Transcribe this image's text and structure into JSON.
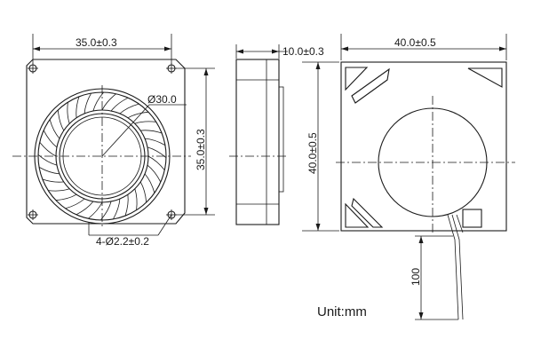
{
  "front_view": {
    "width_dim": "35.0±0.3",
    "height_dim": "35.0±0.3",
    "impeller_dia": "Ø30.0",
    "hole_dim": "4-Ø2.2±0.2"
  },
  "side_view": {
    "thickness_dim": "10.0±0.3"
  },
  "back_view": {
    "width_dim": "40.0±0.5",
    "height_dim": "40.0±0.5",
    "lead_length": "100"
  },
  "units_note": "Unit:mm",
  "colors": {
    "line": "#1a1a1a",
    "background": "#ffffff"
  }
}
